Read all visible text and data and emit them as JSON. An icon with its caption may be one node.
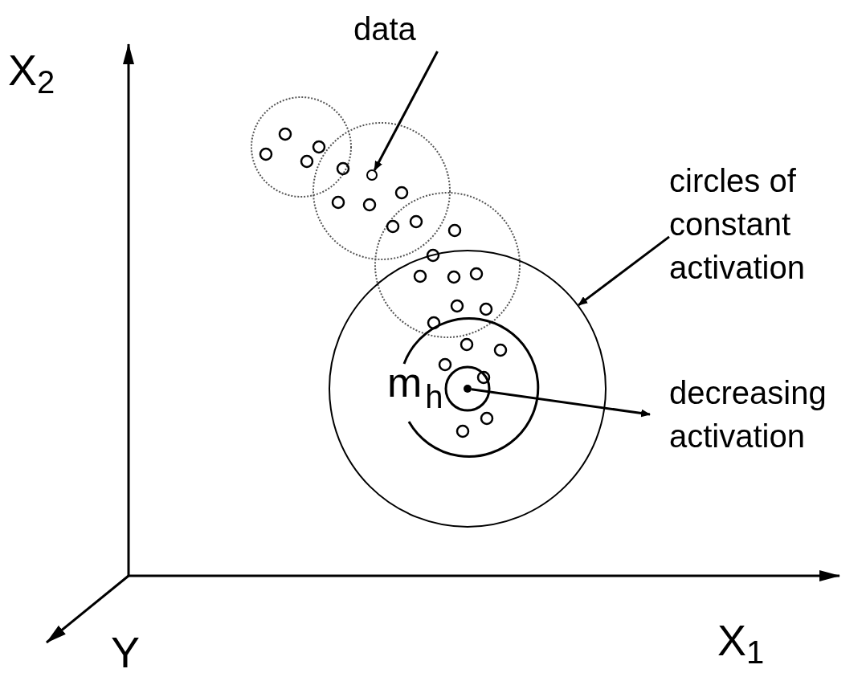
{
  "diagram": {
    "nodes": [
      {
        "text": [
          "data"
        ]
      },
      {
        "text": [],
        "shape": "circle"
      },
      {
        "text": [
          "circles of constant activation"
        ]
      },
      {
        "text": [],
        "shape": "circle"
      },
      {
        "text": [],
        "shape": "dot",
        "in": 3
      },
      {
        "text": [
          "decreasing activation"
        ]
      }
    ],
    "edges": [
      {
        "from": 0,
        "to": 1,
        "arrow": "to"
      },
      {
        "from": 2,
        "to": 3,
        "arrow": "to"
      },
      {
        "from": 4,
        "to": 5,
        "arrow": "to"
      }
    ],
    "labels": [
      "X$_{2}$",
      "X$_{1}$",
      "Y",
      "m$_{h}$"
    ]
  }
}
